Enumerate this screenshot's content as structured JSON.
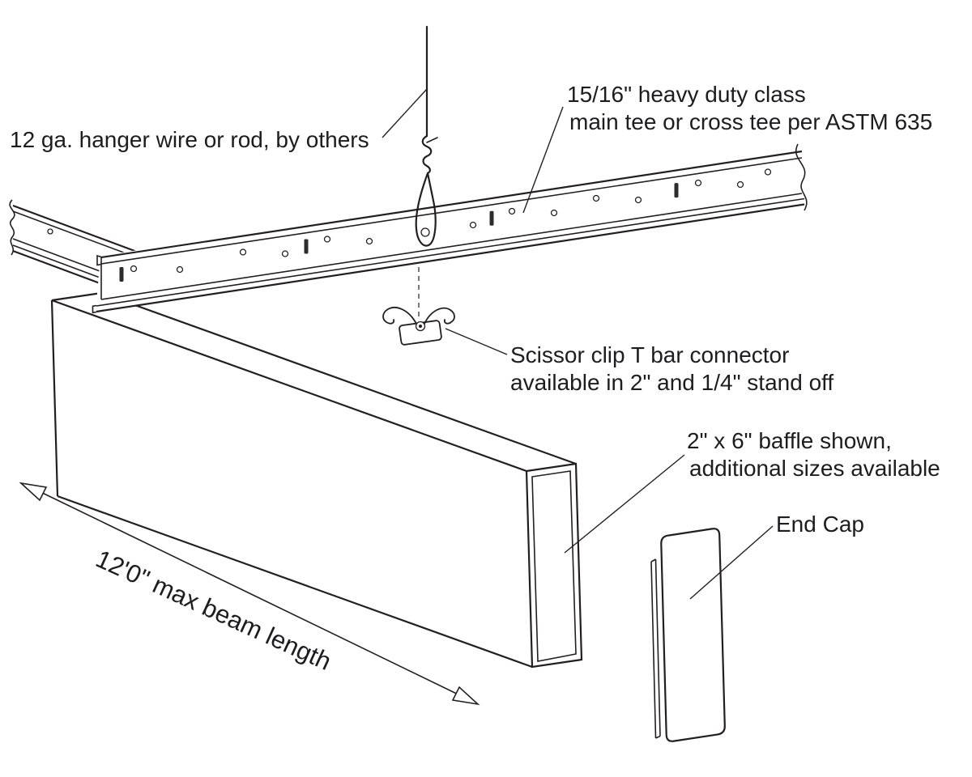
{
  "diagram": {
    "colors": {
      "line": "#231f20",
      "background": "#ffffff",
      "text": "#1d1d1f"
    },
    "labels": {
      "hanger_wire": "12 ga. hanger wire or rod, by others",
      "main_tee_line1": "15/16\" heavy duty class",
      "main_tee_line2": "main tee or cross tee per ASTM 635",
      "scissor_clip_line1": "Scissor clip T bar connector",
      "scissor_clip_line2": "available in 2\" and 1/4\" stand off",
      "baffle_line1": "2\" x 6\" baffle shown,",
      "baffle_line2": "additional sizes available",
      "end_cap": "End Cap",
      "beam_length": "12'0\" max beam length"
    }
  }
}
